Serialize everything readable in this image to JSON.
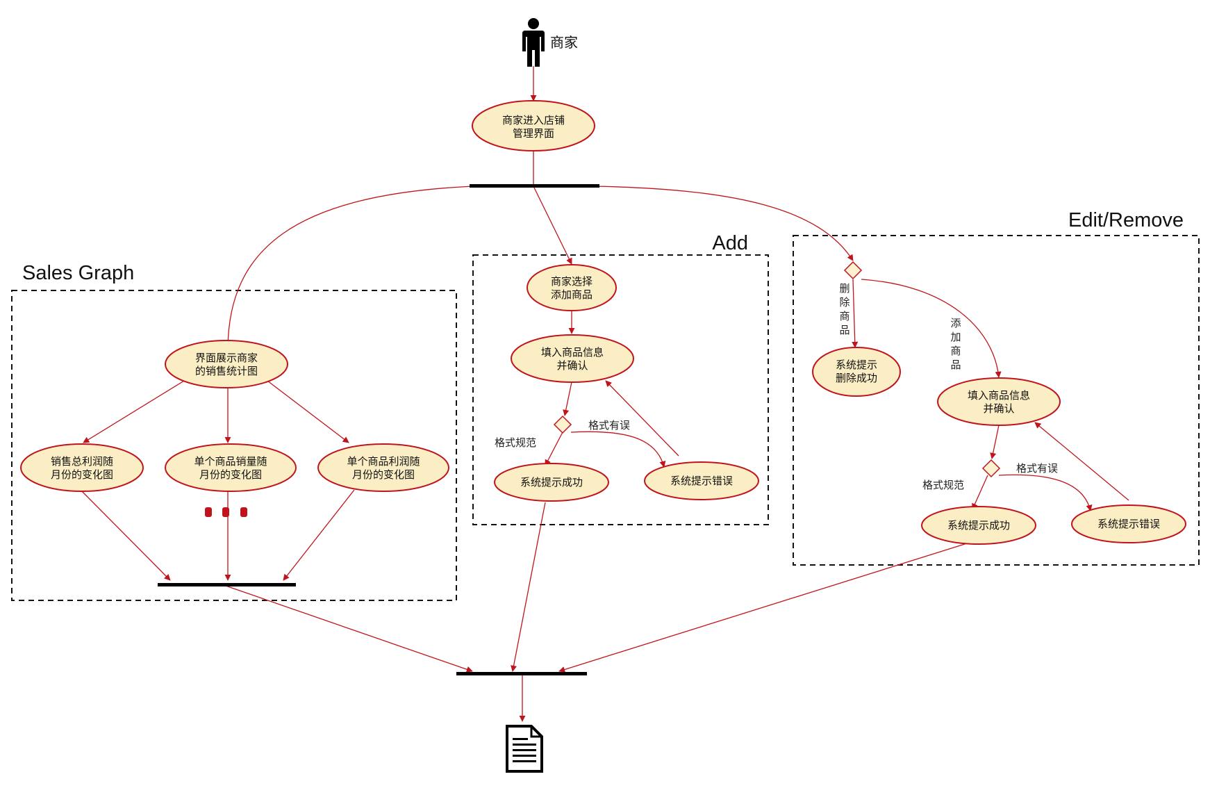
{
  "colors": {
    "node_fill": "#fbeec4",
    "node_stroke": "#c0141c",
    "edge": "#c0141c",
    "bar": "#000000",
    "decision_fill": "#fdf1cf"
  },
  "actor": {
    "label": "商家",
    "icon": "person-icon"
  },
  "end_icon": "document-icon",
  "groups": {
    "sales": {
      "title": "Sales Graph"
    },
    "add": {
      "title": "Add"
    },
    "edit": {
      "title": "Edit/Remove"
    }
  },
  "nodes": {
    "enter_store": [
      "商家进入店铺",
      "管理界面"
    ],
    "show_chart": [
      "界面展示商家",
      "的销售统计图"
    ],
    "profit_chart": [
      "销售总利润随",
      "月份的变化图"
    ],
    "sales_chart": [
      "单个商品销量随",
      "月份的变化图"
    ],
    "item_profit_chart": [
      "单个商品利润随",
      "月份的变化图"
    ],
    "select_add": [
      "商家选择",
      "添加商品"
    ],
    "fill_info_add": [
      "填入商品信息",
      "并确认"
    ],
    "success_add": [
      "系统提示成功"
    ],
    "error_add": [
      "系统提示错误"
    ],
    "delete_success": [
      "系统提示",
      "删除成功"
    ],
    "fill_info_edit": [
      "填入商品信息",
      "并确认"
    ],
    "success_edit": [
      "系统提示成功"
    ],
    "error_edit": [
      "系统提示错误"
    ]
  },
  "edge_labels": {
    "add_format_ok": "格式规范",
    "add_format_error": "格式有误",
    "edit_delete": "删除商品",
    "edit_add": "添加商品",
    "edit_format_ok": "格式规范",
    "edit_format_error": "格式有误"
  }
}
